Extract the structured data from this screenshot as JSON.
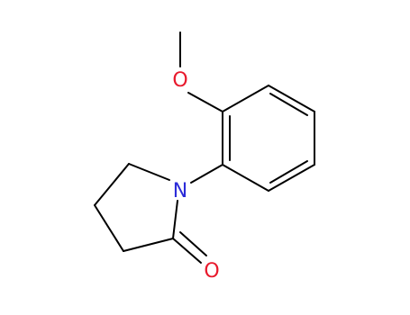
{
  "molecule": {
    "atoms": [
      {
        "id": "methyl-carbon",
        "element": "C",
        "label": ""
      },
      {
        "id": "ether-oxygen",
        "element": "O",
        "label": "O"
      },
      {
        "id": "ring-nitrogen",
        "element": "N",
        "label": "N"
      },
      {
        "id": "carbonyl-oxygen",
        "element": "O",
        "label": "O"
      }
    ],
    "colors": {
      "bond": "#000000",
      "oxygen": "#e8192c",
      "nitrogen": "#2b2bd8"
    }
  }
}
